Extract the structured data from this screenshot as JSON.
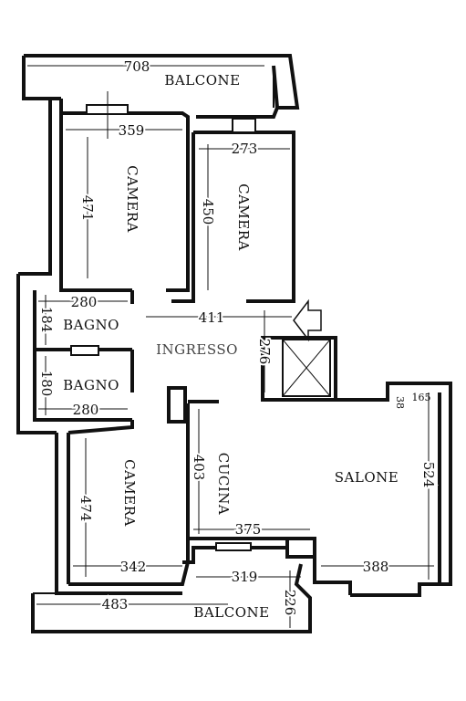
{
  "colors": {
    "ink": "#111111",
    "paper": "#ffffff"
  },
  "rooms": {
    "balcone_top": "BALCONE",
    "camera_1": "CAMERA",
    "camera_2": "CAMERA",
    "bagno_1": "BAGNO",
    "bagno_2": "BAGNO",
    "ingresso": "INGRESSO",
    "camera_3": "CAMERA",
    "cucina": "CUCINA",
    "salone": "SALONE",
    "balcone_bottom": "BALCONE"
  },
  "dimensions": {
    "balcone_top_width": "708",
    "camera_1_width": "359",
    "camera_1_height": "471",
    "camera_2_width": "273",
    "camera_2_height": "450",
    "bagno_1_width": "280",
    "bagno_1_height": "184",
    "ingresso_width": "411",
    "ingresso_height": "276",
    "bagno_2_height": "180",
    "bagno_2_width": "280",
    "salone_notch_width": "165",
    "salone_notch_depth": "38",
    "cucina_height": "403",
    "salone_height": "524",
    "camera_3_height": "474",
    "cucina_width": "375",
    "camera_3_width": "342",
    "salone_width": "388",
    "balcone_bottom_inner": "319",
    "balcone_bottom_width": "483",
    "balcone_bottom_depth": "226"
  }
}
